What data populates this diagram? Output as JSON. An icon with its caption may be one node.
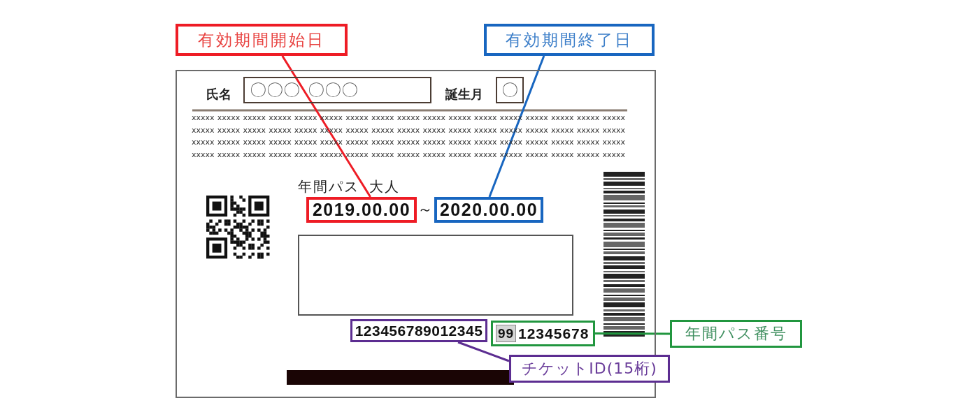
{
  "diagram": {
    "nodes": [
      {
        "text": [
          "有効期間開始日"
        ]
      },
      {
        "text": [
          "有効期間終了日"
        ]
      },
      {
        "text": [],
        "shape": "box"
      },
      {
        "text": [
          "〇〇〇 〇〇〇"
        ],
        "in": 2
      },
      {
        "text": [
          "〇"
        ],
        "in": 2
      },
      {
        "text": [],
        "shape": "box",
        "in": 2
      },
      {
        "text": [
          "2019.00.00"
        ],
        "in": 2
      },
      {
        "text": [
          "2020.00.00"
        ],
        "in": 2
      },
      {
        "text": [
          "123456789012345"
        ],
        "in": 2
      },
      {
        "text": [
          "12345678"
        ],
        "in": 2
      },
      {
        "text": [
          "99"
        ],
        "in": 9
      },
      {
        "text": [
          "年間パス番号"
        ]
      },
      {
        "text": [
          "チケットID(15桁)"
        ]
      }
    ],
    "edges": [
      {
        "from": 0,
        "to": 6,
        "arrow": "none",
        "color": "#ee1c25"
      },
      {
        "from": 1,
        "to": 7,
        "arrow": "none",
        "color": "#1866c0"
      },
      {
        "from": 11,
        "to": 9,
        "arrow": "none",
        "color": "#21963f"
      },
      {
        "from": 12,
        "to": 8,
        "arrow": "none",
        "color": "#5c2d91"
      }
    ],
    "labels": [
      "氏名",
      "誕生月",
      "xxxxx xxxxx xxxxx xxxxx xxxxx xxxxx xxxxx xxxxx xxxxx xxxxx xxxxx xxxxx xxxxx xxxxx xxxxx xxxxx xxxxx",
      "xxxxx xxxxx xxxxx xxxxx xxxxx xxxxx xxxxx xxxxx xxxxx xxxxx xxxxx xxxxx xxxxx xxxxx xxxxx xxxxx xxxxx",
      "xxxxx xxxxx xxxxx xxxxx xxxxx xxxxx xxxxx xxxxx xxxxx xxxxx xxxxx xxxxx xxxxx xxxxx xxxxx xxxxx xxxxx",
      "xxxxx xxxxx xxxxx xxxxx xxxxx xxxxx xxxxx xxxxx xxxxx xxxxx xxxxx xxxxx xxxxx xxxxx xxxxx xxxxx xxxxx",
      "年間パス 大人",
      "～"
    ]
  }
}
